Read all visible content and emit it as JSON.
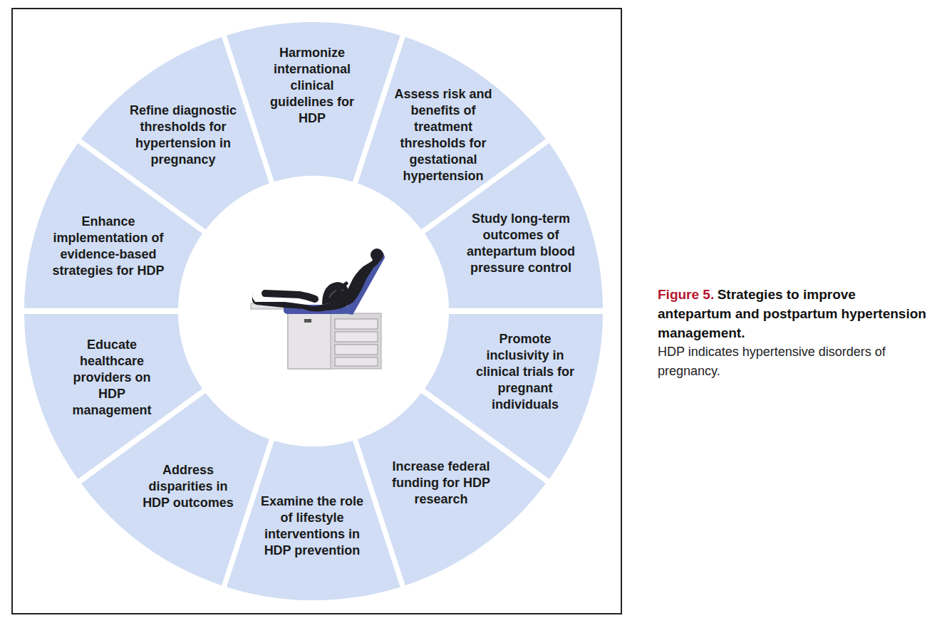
{
  "diagram": {
    "caption": "Strategies to improve antepartum and postpartum hypertension management.",
    "nodes": [
      {
        "text": [
          "Harmonize international clinical guidelines for HDP"
        ]
      },
      {
        "text": [
          "Assess risk and benefits of treatment thresholds for gestational hypertension"
        ]
      },
      {
        "text": [
          "Study long-term outcomes of antepartum blood pressure control"
        ]
      },
      {
        "text": [
          "Promote inclusivity in clinical trials for pregnant individuals"
        ]
      },
      {
        "text": [
          "Increase federal funding for HDP research"
        ]
      },
      {
        "text": [
          "Examine the role of lifestyle interventions in HDP prevention"
        ]
      },
      {
        "text": [
          "Address disparities in HDP outcomes"
        ]
      },
      {
        "text": [
          "Educate healthcare providers on HDP management"
        ]
      },
      {
        "text": [
          "Enhance implementation of evidence-based strategies for HDP"
        ]
      },
      {
        "text": [
          "Refine diagnostic thresholds for hypertension in pregnancy"
        ]
      }
    ],
    "labels": [
      "Figure 5.",
      "HDP indicates hypertensive disorders of pregnancy."
    ]
  }
}
